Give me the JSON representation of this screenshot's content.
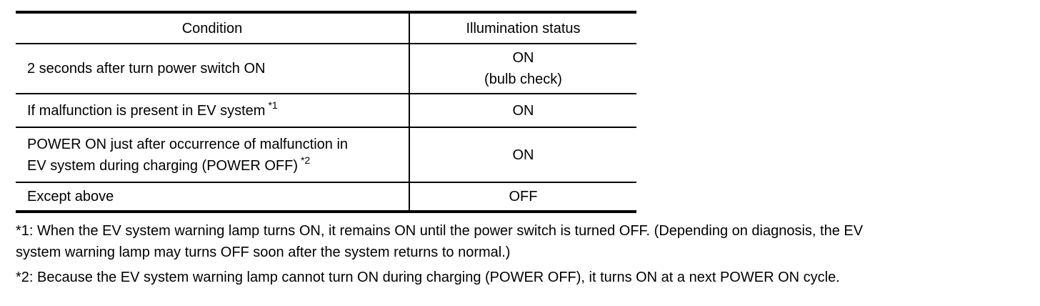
{
  "table": {
    "headers": {
      "condition": "Condition",
      "status": "Illumination status"
    },
    "rows": [
      {
        "condition": "2 seconds after turn power switch ON",
        "note": "",
        "status": "ON",
        "status_sub": "(bulb check)"
      },
      {
        "condition": "If malfunction is present in EV system",
        "note": "*1",
        "status": "ON",
        "status_sub": ""
      },
      {
        "condition_line1": "POWER ON just after occurrence of malfunction in",
        "condition_line2": "EV system during charging (POWER OFF)",
        "note": "*2",
        "status": "ON",
        "status_sub": ""
      },
      {
        "condition": "Except above",
        "note": "",
        "status": "OFF",
        "status_sub": ""
      }
    ]
  },
  "footnotes": {
    "note1_line1": "*1: When the EV system warning lamp turns ON, it remains ON until the power switch is turned OFF. (Depending on diagnosis, the EV",
    "note1_line2": "system warning lamp may turns OFF soon after the system returns to normal.)",
    "note2": "*2: Because the EV system warning lamp cannot turn ON during charging (POWER OFF), it turns ON at a next POWER ON cycle."
  }
}
